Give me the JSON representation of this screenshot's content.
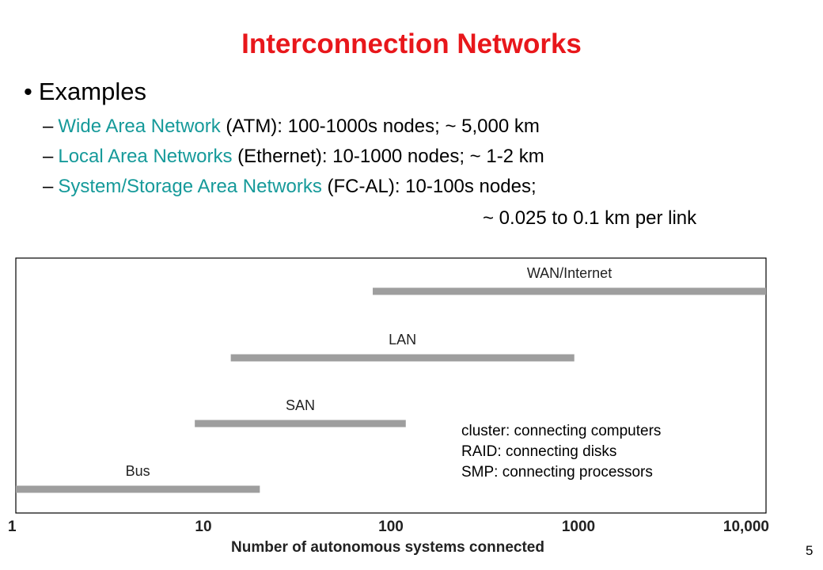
{
  "slide": {
    "title": "Interconnection Networks",
    "bullet": "Examples",
    "items": [
      {
        "dash": "–",
        "name": "Wide Area Network",
        "detail": " (ATM): 100-1000s nodes; ~ 5,000 km"
      },
      {
        "dash": "–",
        "name": "Local Area Networks",
        "detail": " (Ethernet): 10-1000 nodes; ~ 1-2 km"
      },
      {
        "dash": "–",
        "name": "System/Storage Area Networks",
        "detail": " (FC-AL): 10-100s nodes;"
      }
    ],
    "continuation": "~ 0.025 to 0.1 km per link",
    "page_number": "5"
  },
  "colors": {
    "title": "#e8171b",
    "highlight": "#169a9a",
    "bar": "#9e9e9e"
  },
  "chart_data": {
    "type": "bar",
    "orientation": "horizontal",
    "xlabel": "Number of autonomous systems connected",
    "x_scale": "log",
    "xlim": [
      1,
      10000
    ],
    "x_ticks": [
      1,
      10,
      100,
      1000,
      10000
    ],
    "x_tick_labels": [
      "1",
      "10",
      "100",
      "1000",
      "10,000"
    ],
    "series": [
      {
        "name": "WAN/Internet",
        "range": [
          80,
          10000
        ]
      },
      {
        "name": "LAN",
        "range": [
          14,
          950
        ]
      },
      {
        "name": "SAN",
        "range": [
          9,
          120
        ]
      },
      {
        "name": "Bus",
        "range": [
          1,
          20
        ]
      }
    ],
    "annotations": [
      "cluster: connecting computers",
      "RAID: connecting disks",
      "SMP: connecting processors"
    ]
  }
}
